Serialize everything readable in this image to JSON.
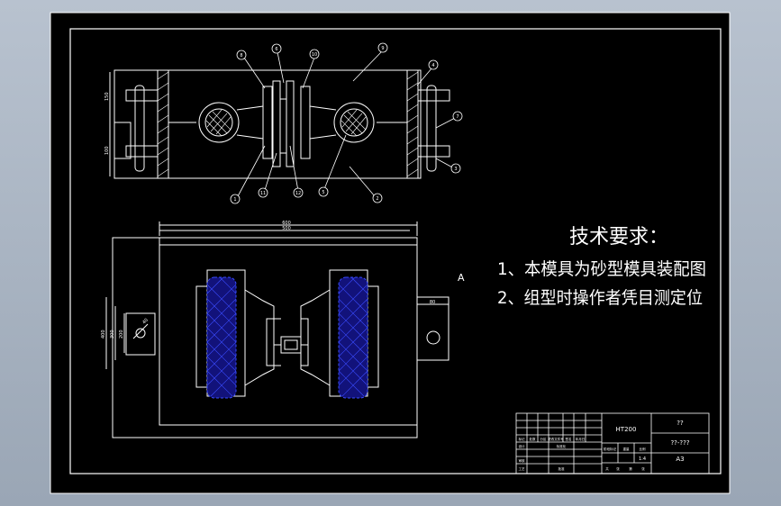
{
  "colors": {
    "background": "#000000",
    "frame": "#ffffff",
    "outline": "#ffffff",
    "hatch": "#3a4cff",
    "hatch_fill": "#1a1aa0",
    "leader": "#ffffff"
  },
  "requirements": {
    "title": "技术要求：",
    "item1": "1、本模具为砂型模具装配图",
    "item2": "2、组型时操作者凭目测定位"
  },
  "view_label": "A",
  "balloons": [
    "8",
    "6",
    "10",
    "9",
    "4",
    "7",
    "3",
    "11",
    "12",
    "5",
    "2",
    "1"
  ],
  "dimensions": {
    "d600": "600",
    "d500": "500",
    "d80": "80",
    "d150": "150",
    "d100": "100",
    "d400": "400",
    "d300": "300",
    "d200": "200",
    "d40": "40"
  },
  "title_block": {
    "material": "HT200",
    "name": "??",
    "drawing_no": "??-???",
    "scale": "1:4",
    "sheet": "A3",
    "cells": [
      "标记",
      "处数",
      "分区",
      "更改文件号",
      "签名",
      "年月日",
      "设计",
      "标准化",
      "阶段标记",
      "重量",
      "比例",
      "审核",
      "工艺",
      "批准",
      "共",
      "张",
      "第",
      "张"
    ]
  }
}
